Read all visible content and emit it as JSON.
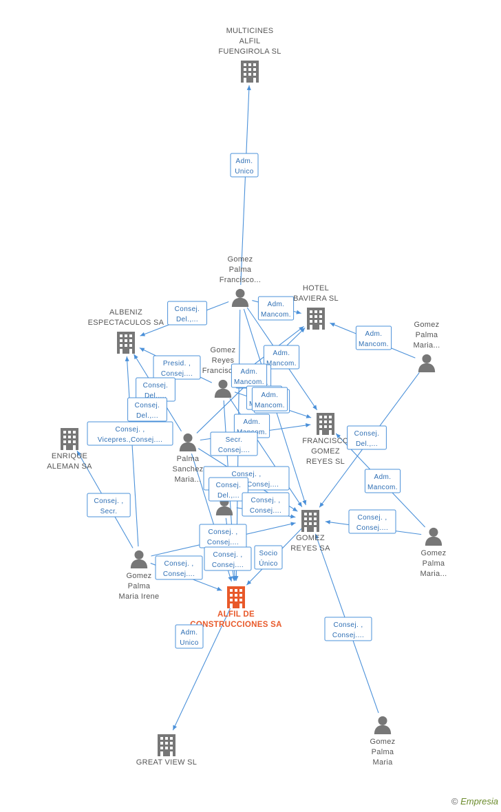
{
  "colors": {
    "company": "#777777",
    "main": "#e8592a",
    "person": "#777777",
    "edge": "#4a90d9"
  },
  "nodes": [
    {
      "id": "multicines",
      "kind": "company",
      "icon": "building-icon",
      "lines": [
        "MULTICINES",
        "ALFIL",
        "FUENGIROLA SL"
      ]
    },
    {
      "id": "albeniz",
      "kind": "company",
      "icon": "building-icon",
      "lines": [
        "ALBENIZ",
        "ESPECTACULOS SA"
      ]
    },
    {
      "id": "hotel",
      "kind": "company",
      "icon": "building-icon",
      "lines": [
        "HOTEL",
        "BAVIERA SL"
      ]
    },
    {
      "id": "enrique",
      "kind": "company",
      "icon": "building-icon",
      "lines": [
        "ENRIQUE",
        "ALEMAN SA"
      ]
    },
    {
      "id": "francisco",
      "kind": "company",
      "icon": "building-icon",
      "lines": [
        "FRANCISCO",
        "GOMEZ",
        "REYES SL"
      ]
    },
    {
      "id": "gomezreyessa",
      "kind": "company",
      "icon": "building-icon",
      "lines": [
        "GOMEZ",
        "REYES SA"
      ]
    },
    {
      "id": "alfil",
      "kind": "main",
      "icon": "building-icon",
      "lines": [
        "ALFIL DE",
        "CONSTRUCCIONES SA"
      ]
    },
    {
      "id": "greatview",
      "kind": "company",
      "icon": "building-icon",
      "lines": [
        "GREAT VIEW SL"
      ]
    },
    {
      "id": "p_gpfrancisco",
      "kind": "person",
      "icon": "person-icon",
      "lines": [
        "Gomez",
        "Palma",
        "Francisco..."
      ]
    },
    {
      "id": "p_gomezreyes",
      "kind": "person",
      "icon": "person-icon",
      "lines": [
        "Gomez",
        "Reyes",
        "Francisco..."
      ]
    },
    {
      "id": "p_gpmaria_tr",
      "kind": "person",
      "icon": "person-icon",
      "lines": [
        "Gomez",
        "Palma",
        "Maria..."
      ]
    },
    {
      "id": "p_palmasanchez",
      "kind": "person",
      "icon": "person-icon",
      "lines": [
        "Palma",
        "Sanchez",
        "Maria..."
      ]
    },
    {
      "id": "p_center",
      "kind": "person",
      "icon": "person-icon",
      "lines": []
    },
    {
      "id": "p_irene",
      "kind": "person",
      "icon": "person-icon",
      "lines": [
        "Gomez",
        "Palma",
        "Maria Irene"
      ]
    },
    {
      "id": "p_gpmaria_r",
      "kind": "person",
      "icon": "person-icon",
      "lines": [
        "Gomez",
        "Palma",
        "Maria..."
      ]
    },
    {
      "id": "p_gpmaria_b",
      "kind": "person",
      "icon": "person-icon",
      "lines": [
        "Gomez",
        "Palma",
        "Maria"
      ]
    }
  ],
  "edges": [
    {
      "from": "p_gpfrancisco",
      "to": "multicines",
      "label": [
        "Adm.",
        "Unico"
      ]
    },
    {
      "from": "p_gpfrancisco",
      "to": "albeniz",
      "label": [
        "Consej.",
        "Del.,..."
      ]
    },
    {
      "from": "p_gpfrancisco",
      "to": "hotel",
      "label": [
        "Adm.",
        "Mancom."
      ]
    },
    {
      "from": "p_gpfrancisco",
      "to": "francisco",
      "label": [
        "Adm.",
        "Mancom."
      ]
    },
    {
      "from": "p_gpfrancisco",
      "to": "gomezreyessa",
      "label": [
        "Adm.",
        "Mancom."
      ]
    },
    {
      "from": "p_gpfrancisco",
      "to": "alfil",
      "label": [
        "Adm.",
        "Mancom."
      ]
    },
    {
      "from": "p_gomezreyes",
      "to": "albeniz",
      "label": [
        "Presid. ,",
        "Consej...."
      ]
    },
    {
      "from": "p_gomezreyes",
      "to": "hotel",
      "label": [
        "Adm.",
        "Mancom."
      ]
    },
    {
      "from": "p_gomezreyes",
      "to": "francisco",
      "label": [
        "Adm.",
        "Mancom."
      ]
    },
    {
      "from": "p_gomezreyes",
      "to": "gomezreyessa",
      "label": [
        "Adm.",
        "Mancom."
      ]
    },
    {
      "from": "p_gomezreyes",
      "to": "alfil",
      "label": [
        "Consej.",
        "Del.,..."
      ]
    },
    {
      "from": "p_gpmaria_tr",
      "to": "hotel",
      "label": [
        "Adm.",
        "Mancom."
      ]
    },
    {
      "from": "p_gpmaria_tr",
      "to": "gomezreyessa",
      "label": [
        "Consej.",
        "Del.,..."
      ]
    },
    {
      "from": "p_gpmaria_r",
      "to": "francisco",
      "label": [
        "Adm.",
        "Mancom."
      ]
    },
    {
      "from": "p_gpmaria_r",
      "to": "gomezreyessa",
      "label": [
        "Consej. ,",
        "Consej...."
      ]
    },
    {
      "from": "p_palmasanchez",
      "to": "albeniz",
      "label": [
        "Consej.",
        "Del.,..."
      ]
    },
    {
      "from": "p_palmasanchez",
      "to": "hotel",
      "label": [
        "Adm.",
        "Mancom."
      ]
    },
    {
      "from": "p_palmasanchez",
      "to": "francisco",
      "label": [
        "Secr.",
        "Consej...."
      ]
    },
    {
      "from": "p_palmasanchez",
      "to": "gomezreyessa",
      "label": [
        "Consej. ,",
        "Vicepres.,Consej...."
      ]
    },
    {
      "from": "p_palmasanchez",
      "to": "alfil",
      "label": [
        "Consej.",
        "Del.,..."
      ]
    },
    {
      "from": "p_center",
      "to": "gomezreyessa",
      "label": [
        "Consej. ,",
        "Consej...."
      ]
    },
    {
      "from": "p_center",
      "to": "alfil",
      "label": [
        "Consej. ,",
        "Consej...."
      ]
    },
    {
      "from": "p_irene",
      "to": "enrique",
      "label": [
        "Consej. ,",
        "Secr."
      ]
    },
    {
      "from": "p_irene",
      "to": "albeniz",
      "label": [
        "Consej. ,",
        "Vicepres.,Consej...."
      ]
    },
    {
      "from": "p_irene",
      "to": "gomezreyessa",
      "label": [
        "Consej. ,",
        "Consej...."
      ]
    },
    {
      "from": "p_irene",
      "to": "alfil",
      "label": [
        "Consej. ,",
        "Consej...."
      ]
    },
    {
      "from": "gomezreyessa",
      "to": "alfil",
      "label": [
        "Socio",
        "Único"
      ]
    },
    {
      "from": "p_gpmaria_b",
      "to": "gomezreyessa",
      "label": [
        "Consej. ,",
        "Consej...."
      ]
    },
    {
      "from": "alfil",
      "to": "greatview",
      "label": [
        "Adm.",
        "Unico"
      ]
    }
  ],
  "footer": {
    "copyright": "©",
    "brand": "Empresia"
  }
}
